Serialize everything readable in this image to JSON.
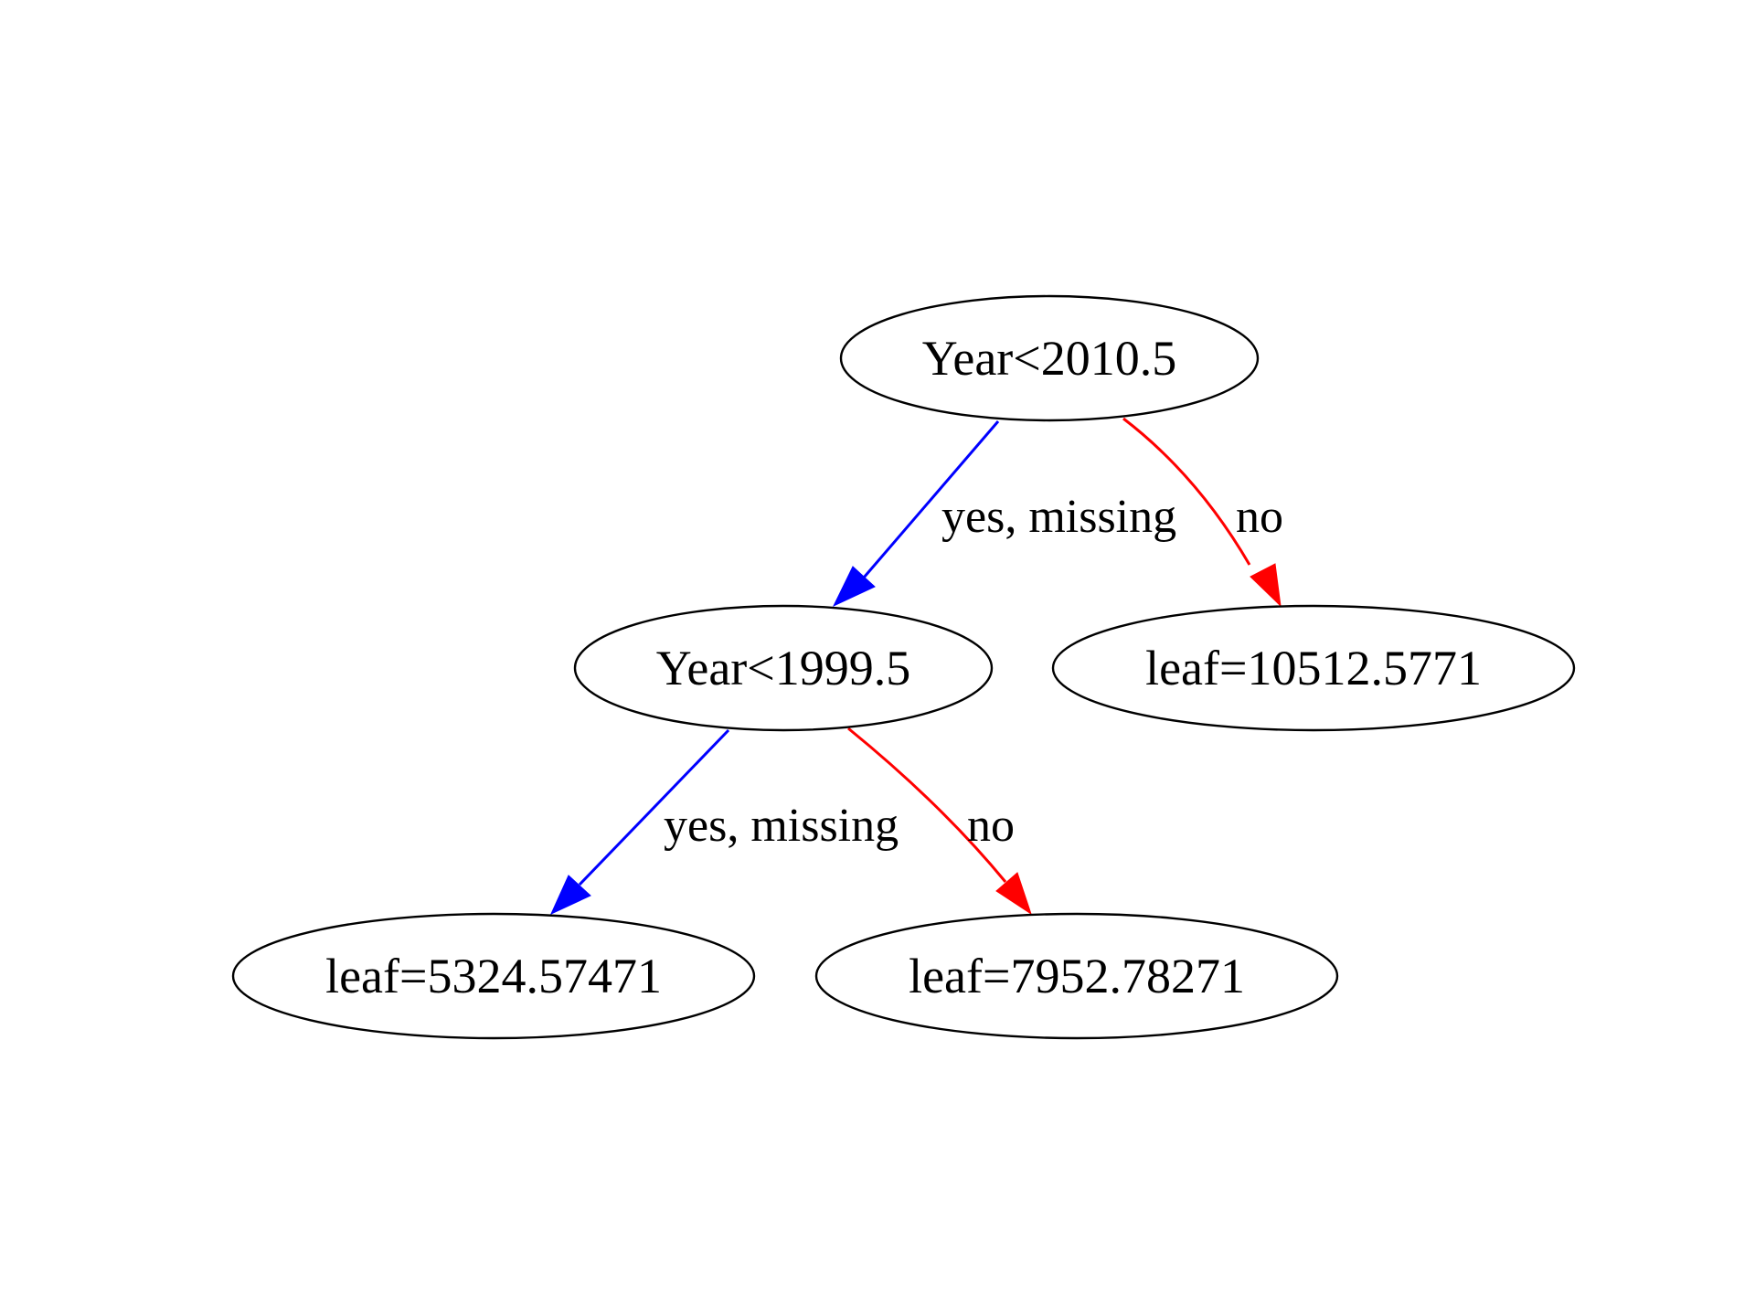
{
  "tree": {
    "nodes": {
      "root": {
        "label": "Year<2010.5"
      },
      "split_1999": {
        "label": "Year<1999.5"
      },
      "leaf_10512": {
        "label": "leaf=10512.5771"
      },
      "leaf_5324": {
        "label": "leaf=5324.57471"
      },
      "leaf_7952": {
        "label": "leaf=7952.78271"
      }
    },
    "edges": {
      "root_yes": {
        "label": "yes, missing",
        "color": "#0000ff"
      },
      "root_no": {
        "label": "no",
        "color": "#ff0000"
      },
      "split_yes": {
        "label": "yes, missing",
        "color": "#0000ff"
      },
      "split_no": {
        "label": "no",
        "color": "#ff0000"
      }
    }
  }
}
